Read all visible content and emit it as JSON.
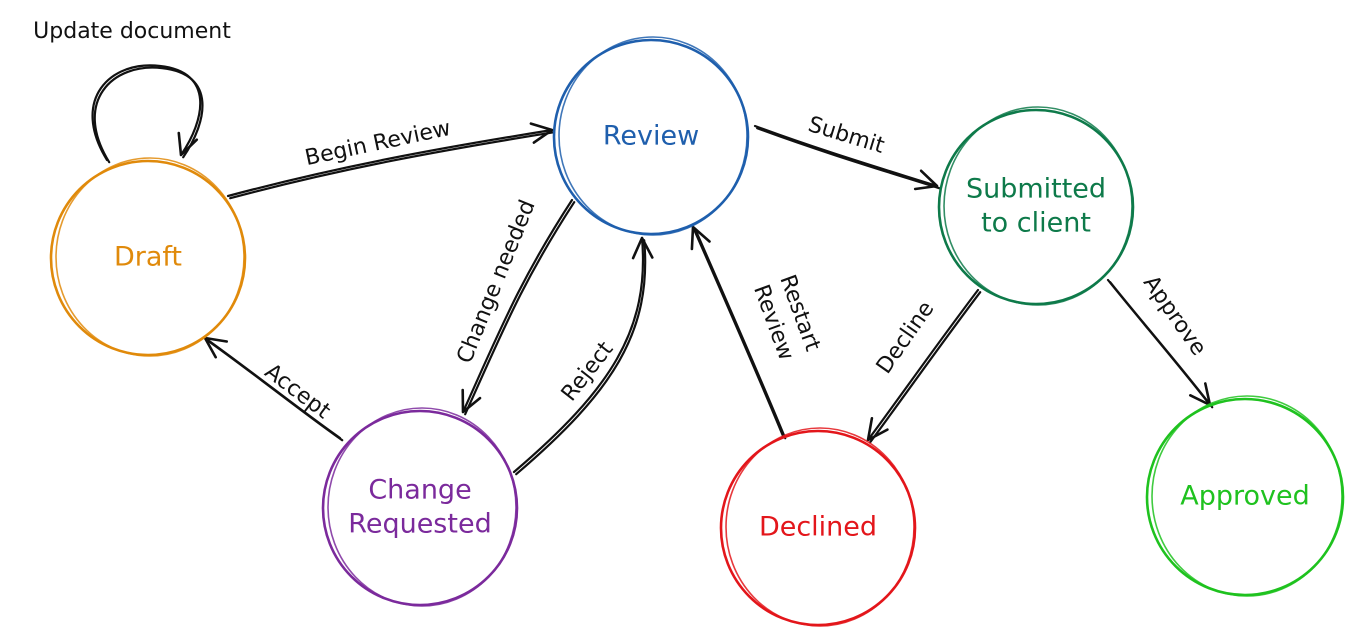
{
  "nodes": [
    {
      "id": "draft",
      "label_lines": [
        "Draft"
      ],
      "color": "#E08A0B"
    },
    {
      "id": "review",
      "label_lines": [
        "Review"
      ],
      "color": "#1F5FAD"
    },
    {
      "id": "submitted",
      "label_lines": [
        "Submitted",
        "to client"
      ],
      "color": "#0E7A4A"
    },
    {
      "id": "change",
      "label_lines": [
        "Change",
        "Requested"
      ],
      "color": "#7B2A9C"
    },
    {
      "id": "declined",
      "label_lines": [
        "Declined"
      ],
      "color": "#E3161B"
    },
    {
      "id": "approved",
      "label_lines": [
        "Approved"
      ],
      "color": "#1FC21F"
    }
  ],
  "edges": [
    {
      "id": "update-document",
      "label_lines": [
        "Update document"
      ]
    },
    {
      "id": "begin-review",
      "label_lines": [
        "Begin Review"
      ]
    },
    {
      "id": "submit",
      "label_lines": [
        "Submit"
      ]
    },
    {
      "id": "change-needed",
      "label_lines": [
        "Change needed"
      ]
    },
    {
      "id": "reject",
      "label_lines": [
        "Reject"
      ]
    },
    {
      "id": "accept",
      "label_lines": [
        "Accept"
      ]
    },
    {
      "id": "restart-review",
      "label_lines": [
        "Restart",
        "Review"
      ]
    },
    {
      "id": "decline",
      "label_lines": [
        "Decline"
      ]
    },
    {
      "id": "approve",
      "label_lines": [
        "Approve"
      ]
    }
  ]
}
